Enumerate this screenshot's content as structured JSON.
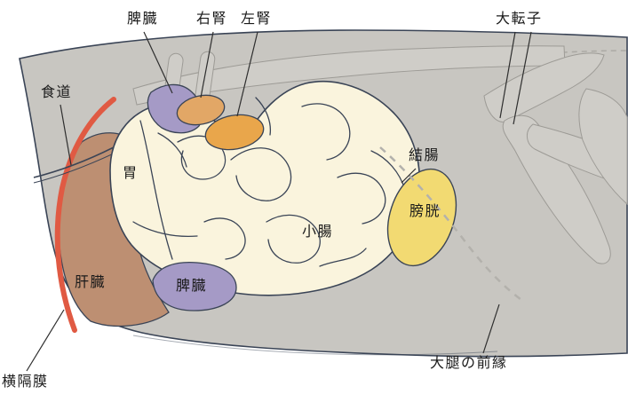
{
  "diagram": {
    "labels": {
      "spleen_top": "脾臓",
      "right_kidney": "右腎",
      "left_kidney": "左腎",
      "greater_trochanter": "大転子",
      "esophagus": "食道",
      "stomach": "胃",
      "colon": "結腸",
      "small_intestine": "小腸",
      "bladder": "膀胱",
      "liver": "肝臓",
      "spleen_bottom": "脾臓",
      "diaphragm": "横隔膜",
      "thigh_front_edge": "大腿の前縁"
    },
    "colors": {
      "background": "#ffffff",
      "body": "#c8c6c1",
      "bone_fill": "#cfcdc8",
      "bone_stroke": "#9d9b96",
      "outline": "#3a4456",
      "organ_cream": "#faf4dd",
      "liver": "#bd8f72",
      "diaphragm_red": "#e05a43",
      "spleen_purple": "#a59ac6",
      "kidney_orange_light": "#e2a766",
      "kidney_orange": "#e9a64b",
      "bladder_yellow": "#f2da72",
      "dashed_line": "#b3b1ac",
      "leader_line": "#2e2e2e"
    }
  }
}
